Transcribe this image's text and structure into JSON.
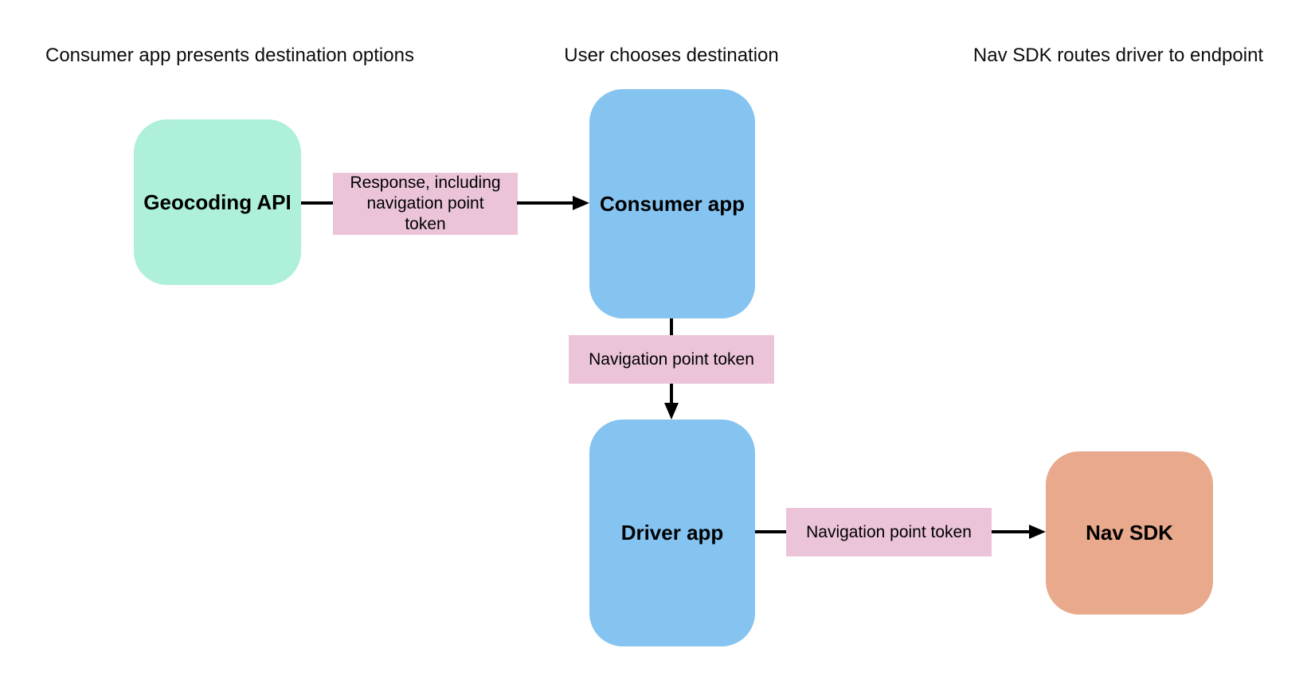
{
  "diagram": {
    "background": "#ffffff",
    "text_color": "#0d0d0d",
    "arrow_color": "#000000",
    "column_headers": [
      "Consumer app presents destination options",
      "User chooses destination",
      "Nav SDK routes driver to endpoint"
    ],
    "nodes": {
      "geocoding_api": {
        "label": "Geocoding API",
        "color": "#aef0da"
      },
      "consumer_app": {
        "label": "Consumer app",
        "color": "#85c3f1"
      },
      "driver_app": {
        "label": "Driver app",
        "color": "#85c3f1"
      },
      "nav_sdk": {
        "label": "Nav SDK",
        "color": "#e8a98c"
      }
    },
    "edge_labels": {
      "response": {
        "label": "Response, including navigation point token",
        "color": "#ebc4d9"
      },
      "token_consumer_driver": {
        "label": "Navigation point token",
        "color": "#ebc4d9"
      },
      "token_driver_navsdk": {
        "label": "Navigation point token",
        "color": "#ebc4d9"
      }
    },
    "edges": [
      {
        "from": "geocoding_api",
        "to": "consumer_app",
        "label_ref": "response"
      },
      {
        "from": "consumer_app",
        "to": "driver_app",
        "label_ref": "token_consumer_driver"
      },
      {
        "from": "driver_app",
        "to": "nav_sdk",
        "label_ref": "token_driver_navsdk"
      }
    ]
  }
}
